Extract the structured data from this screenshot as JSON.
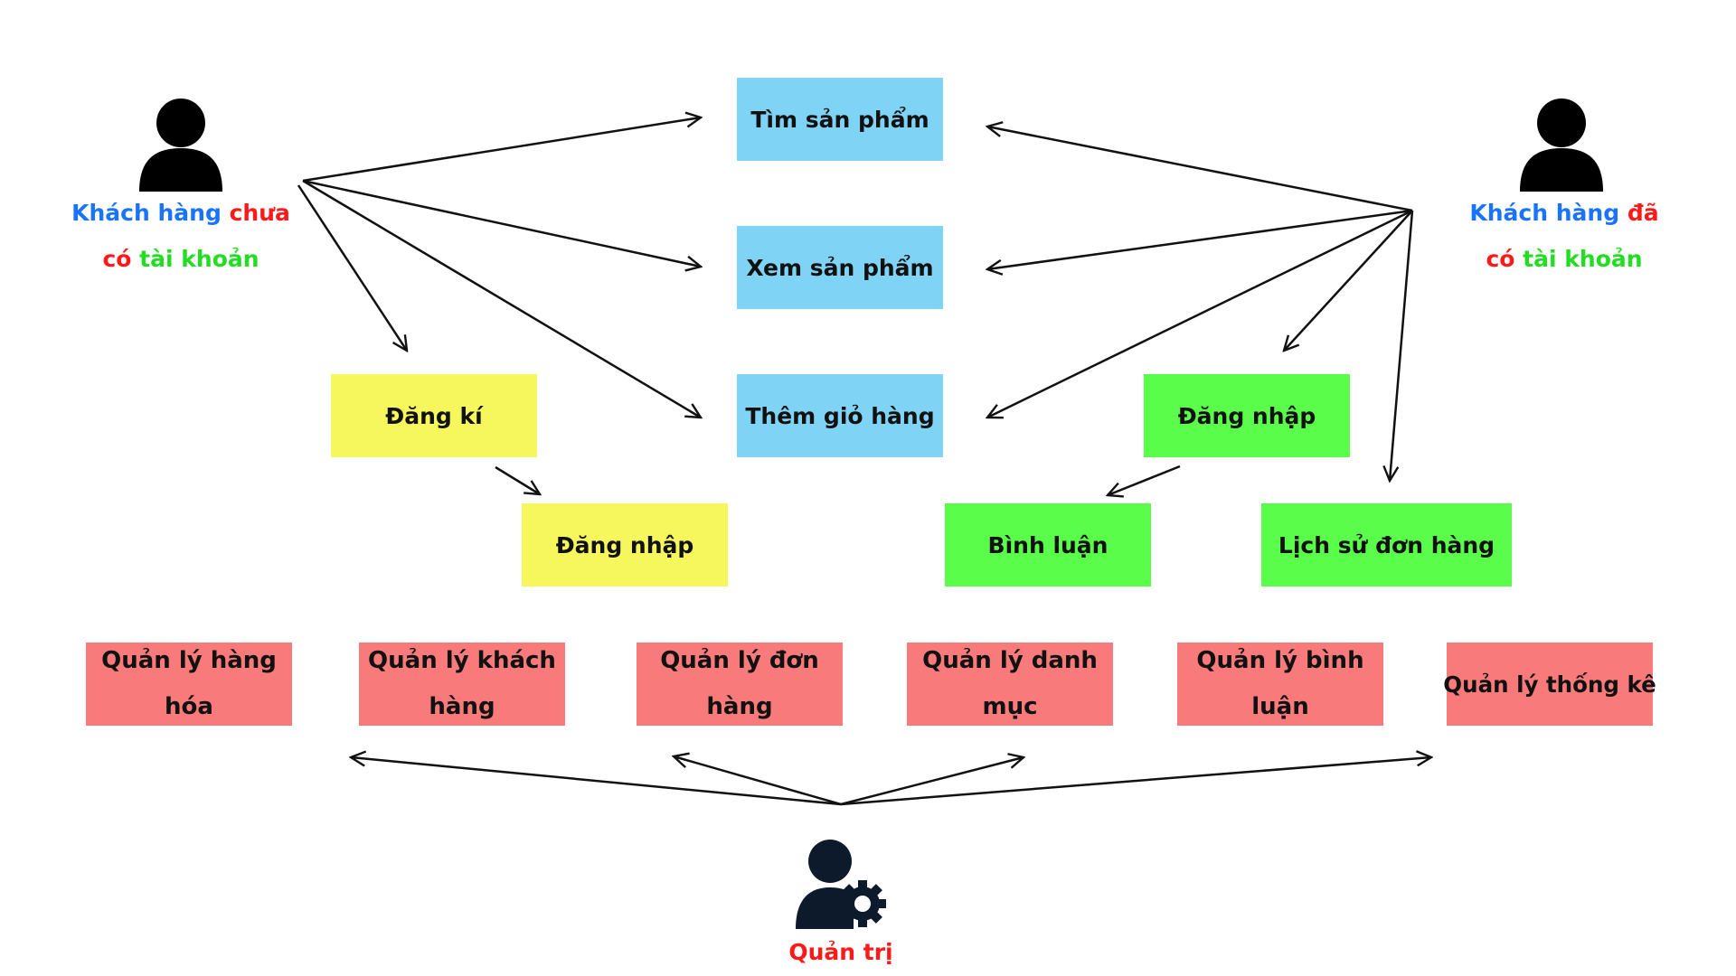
{
  "colors": {
    "blue_text": "#1a73ff",
    "red_text": "#ff1a1a",
    "green_text": "#22dd22",
    "box_blue": "#7fd3f5",
    "box_yellow": "#f6f75c",
    "box_green": "#5afd4a",
    "box_red": "#f97a7a"
  },
  "actors": {
    "guest": {
      "icon": "person-icon",
      "line1_a": "Khách hàng",
      "line1_b": "chưa",
      "line2_a": "có",
      "line2_b": "tài khoản"
    },
    "member": {
      "icon": "person-icon",
      "line1_a": "Khách hàng",
      "line1_b": "đã",
      "line2_a": "có",
      "line2_b": "tài khoản"
    },
    "admin": {
      "icon": "admin-gear-icon",
      "label": "Quản trị"
    }
  },
  "features": {
    "search": "Tìm sản phẩm",
    "view": "Xem sản phẩm",
    "cart": "Thêm giỏ hàng",
    "register": "Đăng kí",
    "guest_login": "Đăng nhập",
    "member_login": "Đăng nhập",
    "comment": "Bình luận",
    "order_history": "Lịch sử đơn hàng"
  },
  "admin_functions": [
    "Quản lý hàng hóa",
    "Quản lý khách hàng",
    "Quản lý đơn hàng",
    "Quản lý danh mục",
    "Quản lý bình luận",
    "Quản lý thống kê"
  ]
}
